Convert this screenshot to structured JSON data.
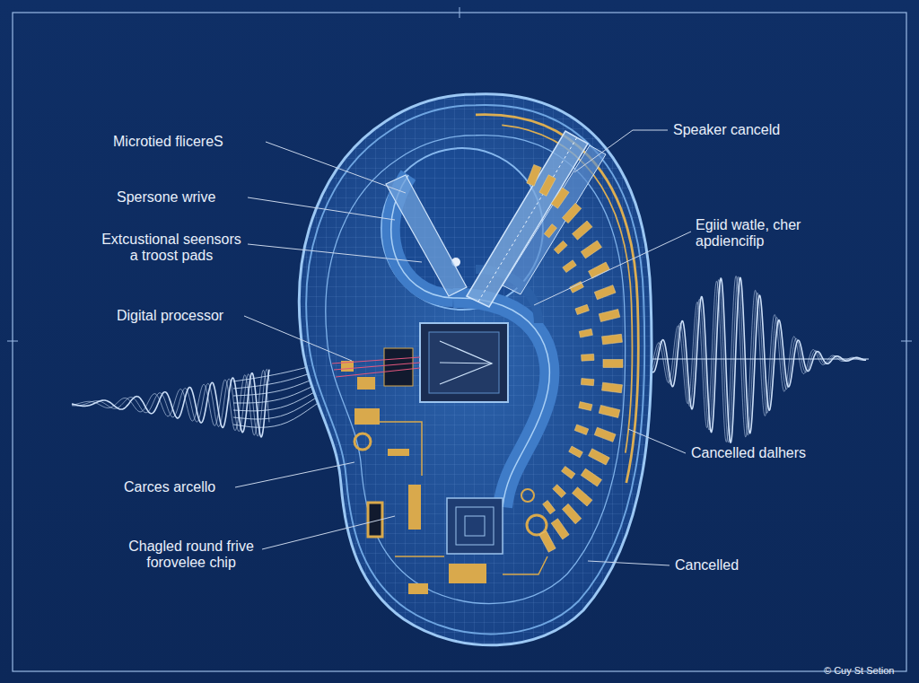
{
  "diagram": {
    "labels": [
      "Microtied flicereS",
      "Spersone wrive",
      "Extcustional seensors a troost pads",
      "Digital processor",
      "Carces arcello",
      "Chagled round frive forovelee chip",
      "Speaker canceld",
      "Egiid watle, cher apdiencifip",
      "Cancelled dalhers",
      "Cancelled",
      "© Cuy St Setion"
    ]
  }
}
